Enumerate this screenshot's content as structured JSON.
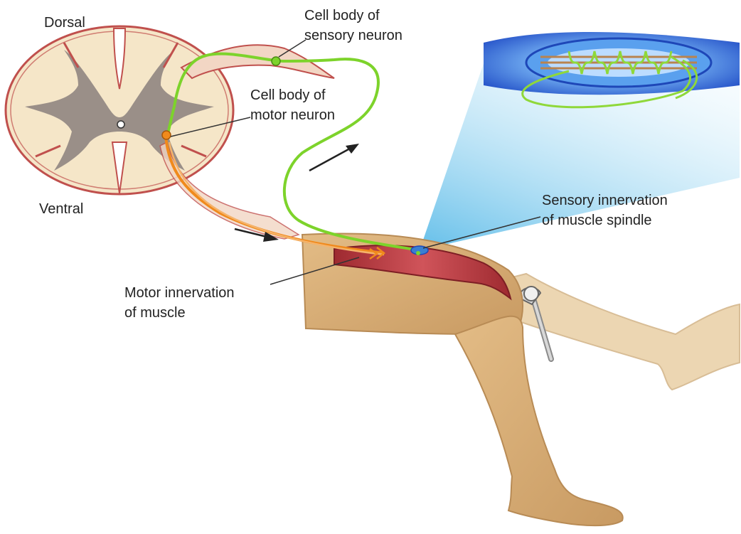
{
  "labels": {
    "dorsal": "Dorsal",
    "ventral": "Ventral",
    "sensory_cell_body": [
      "Cell body of",
      "sensory neuron"
    ],
    "motor_cell_body": [
      "Cell body of",
      "motor neuron"
    ],
    "spindle_innervation": [
      "Sensory innervation",
      "of muscle spindle"
    ],
    "motor_innervation": [
      "Motor innervation",
      "of muscle"
    ]
  },
  "colors": {
    "sensory_neuron": "#7dd32b",
    "motor_neuron": "#f08a1c",
    "muscle": "#b8343a",
    "skin": "#d8b07a",
    "spinal_white_matter": "#f5e6c8",
    "spinal_gray_matter": "#9a8f88",
    "spinal_outline": "#c0504d",
    "spindle_capsule": "#2a7de0",
    "magnifier_beam": "#6cc6ee"
  },
  "icons": [
    "reflex-hammer-icon",
    "direction-arrow-icon"
  ]
}
